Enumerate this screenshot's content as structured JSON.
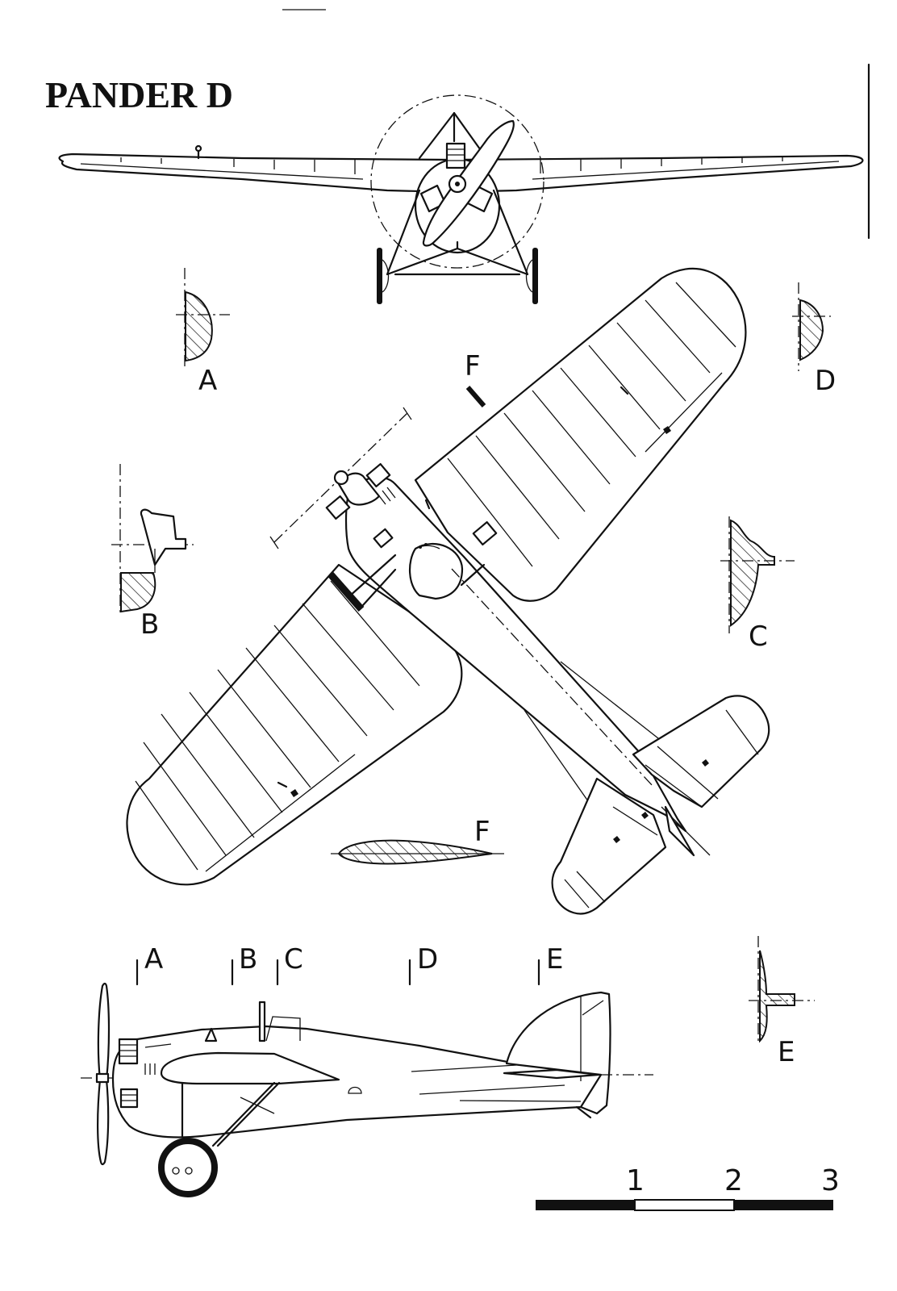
{
  "title": "PANDER D",
  "section_labels": {
    "A": "A",
    "B": "B",
    "C": "C",
    "D": "D",
    "E": "E",
    "F_top": "F",
    "F_profile": "F"
  },
  "station_markers": [
    "A",
    "B",
    "C",
    "D",
    "E"
  ],
  "scale_bar": {
    "labels": [
      "1",
      "2",
      "3"
    ]
  }
}
